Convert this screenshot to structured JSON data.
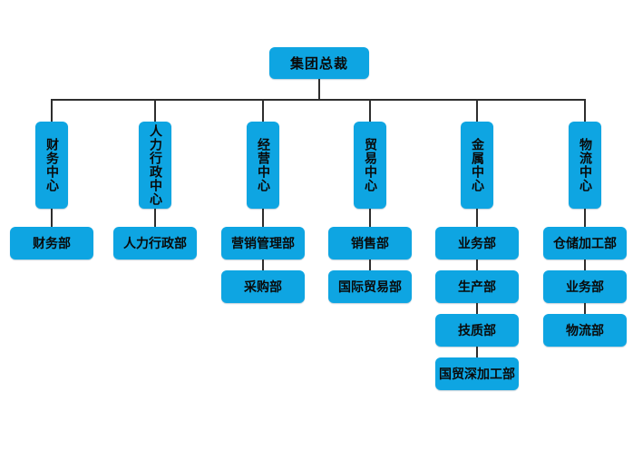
{
  "org": {
    "root": "集团总裁",
    "branches": [
      {
        "center": "财务中心",
        "departments": [
          "财务部"
        ]
      },
      {
        "center": "人力行政中心",
        "departments": [
          "人力行政部"
        ]
      },
      {
        "center": "经营中心",
        "departments": [
          "营销管理部",
          "采购部"
        ]
      },
      {
        "center": "贸易中心",
        "departments": [
          "销售部",
          "国际贸易部"
        ]
      },
      {
        "center": "金属中心",
        "departments": [
          "业务部",
          "生产部",
          "技质部",
          "国贸深加工部"
        ]
      },
      {
        "center": "物流中心",
        "departments": [
          "仓储加工部",
          "业务部",
          "物流部"
        ]
      }
    ],
    "colors": {
      "node_fill": "#0ea5e2",
      "node_text": "#0a0a0a",
      "connector_line": "#2e2e2e",
      "background": "#ffffff"
    }
  }
}
